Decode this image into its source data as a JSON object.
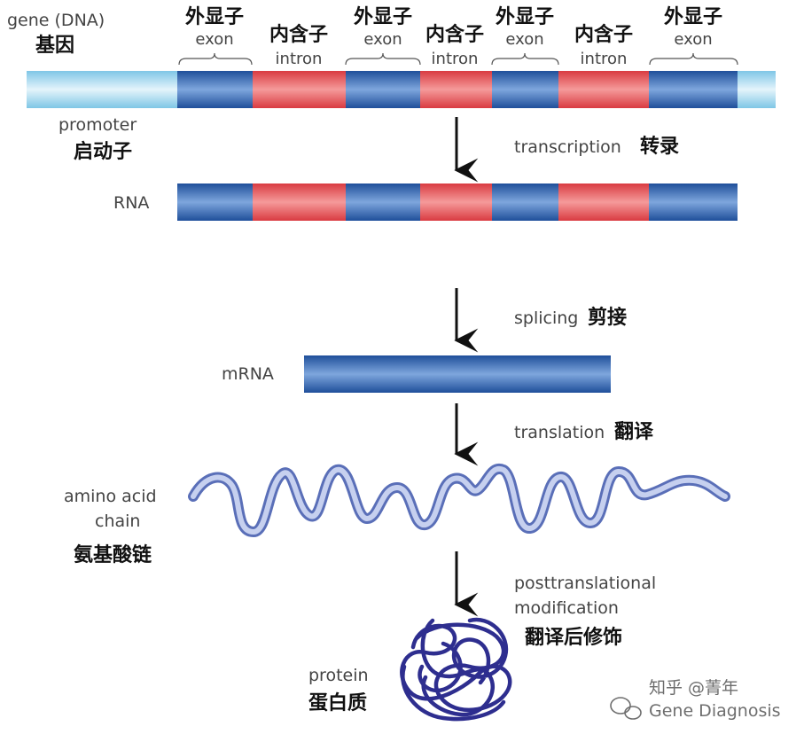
{
  "gene": {
    "label_en": "gene (DNA)",
    "label_zh": "基因"
  },
  "promoter": {
    "label_en": "promoter",
    "label_zh": "启动子"
  },
  "segments": [
    {
      "zh": "外显子",
      "en": "exon",
      "type": "exon"
    },
    {
      "zh": "内含子",
      "en": "intron",
      "type": "intron"
    },
    {
      "zh": "外显子",
      "en": "exon",
      "type": "exon"
    },
    {
      "zh": "内含子",
      "en": "intron",
      "type": "intron"
    },
    {
      "zh": "外显子",
      "en": "exon",
      "type": "exon"
    },
    {
      "zh": "内含子",
      "en": "intron",
      "type": "intron"
    },
    {
      "zh": "外显子",
      "en": "exon",
      "type": "exon"
    }
  ],
  "steps": {
    "transcription": {
      "en": "transcription",
      "zh": "转录"
    },
    "splicing": {
      "en": "splicing",
      "zh": "剪接"
    },
    "translation": {
      "en": "translation",
      "zh": "翻译"
    },
    "posttranslational": {
      "en_line1": "posttranslational",
      "en_line2": "modification",
      "zh": "翻译后修饰"
    }
  },
  "molecules": {
    "rna": "RNA",
    "mrna": "mRNA",
    "amino": {
      "en_line1": "amino acid",
      "en_line2": "chain",
      "zh": "氨基酸链"
    },
    "protein": {
      "en": "protein",
      "zh": "蛋白质"
    }
  },
  "watermark": {
    "line1": "知乎 @菁年",
    "line2": "Gene Diagnosis"
  },
  "colors": {
    "exon": "#3a5fa6",
    "intron": "#e34a4f",
    "promoter": "#a8d8ee",
    "chain": "#8c9fd4",
    "protein": "#2e2e8f",
    "arrow": "#111111"
  }
}
